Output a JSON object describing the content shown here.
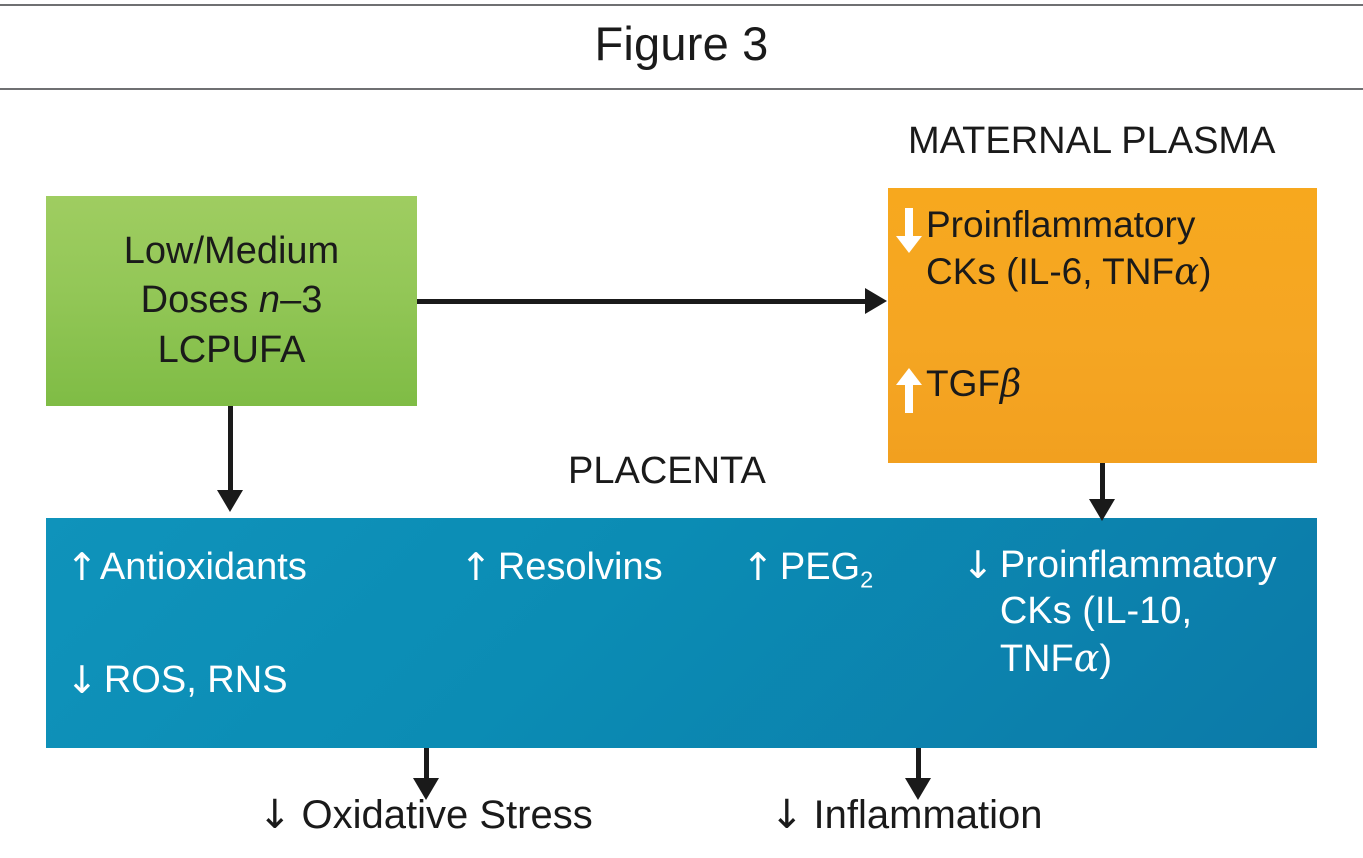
{
  "header": {
    "title": "Figure 3"
  },
  "labels": {
    "maternal_plasma": "MATERNAL PLASMA",
    "placenta": "PLACENTA"
  },
  "green_box": {
    "name": "intervention",
    "color": "#93c757",
    "line1": "Low/Medium",
    "line2_prefix": "Doses ",
    "line2_italic": "n",
    "line2_suffix": "–3",
    "line3": "LCPUFA",
    "full_text": "Low/Medium Doses n–3 LCPUFA"
  },
  "orange_box": {
    "name": "maternal-plasma-effects",
    "color": "#f5a623",
    "items": [
      {
        "arrow": "down-arrow-icon",
        "direction": "down",
        "line1": "Proinflammatory",
        "line2_prefix": "CKs (IL-6, TNF",
        "line2_greek": "α",
        "line2_suffix": ")"
      },
      {
        "arrow": "up-arrow-icon",
        "direction": "up",
        "line1_prefix": "TGF",
        "line1_greek": "β"
      }
    ]
  },
  "blue_box": {
    "name": "placenta-effects",
    "color": "#0b8cb4",
    "cells": [
      {
        "arrow": "↑",
        "direction": "up",
        "label": "Antioxidants"
      },
      {
        "arrow": "↑",
        "direction": "up",
        "label": "Resolvins"
      },
      {
        "arrow": "↑",
        "direction": "up",
        "label_prefix": "PEG",
        "label_sub": "2"
      },
      {
        "arrow": "↓",
        "direction": "down",
        "line1": "Proinflammatory",
        "line2_prefix": "CKs (IL-10, TNF",
        "line2_greek": "α",
        "line2_suffix": ")"
      },
      {
        "arrow": "↓",
        "direction": "down",
        "label": "ROS, RNS"
      }
    ]
  },
  "outcomes": [
    {
      "arrow": "↓",
      "label": "Oxidative Stress"
    },
    {
      "arrow": "↓",
      "label": "Inflammation"
    }
  ],
  "connectors": [
    {
      "name": "green-to-blue",
      "from": "green_box",
      "to": "blue_box",
      "orientation": "vertical"
    },
    {
      "name": "green-to-orange",
      "from": "green_box",
      "to": "orange_box",
      "orientation": "horizontal"
    },
    {
      "name": "orange-to-blue",
      "from": "orange_box",
      "to": "blue_box",
      "orientation": "vertical"
    },
    {
      "name": "blue-to-oxidative-stress",
      "from": "blue_box",
      "to": "outcome_1",
      "orientation": "vertical"
    },
    {
      "name": "blue-to-inflammation",
      "from": "blue_box",
      "to": "outcome_2",
      "orientation": "vertical"
    }
  ]
}
